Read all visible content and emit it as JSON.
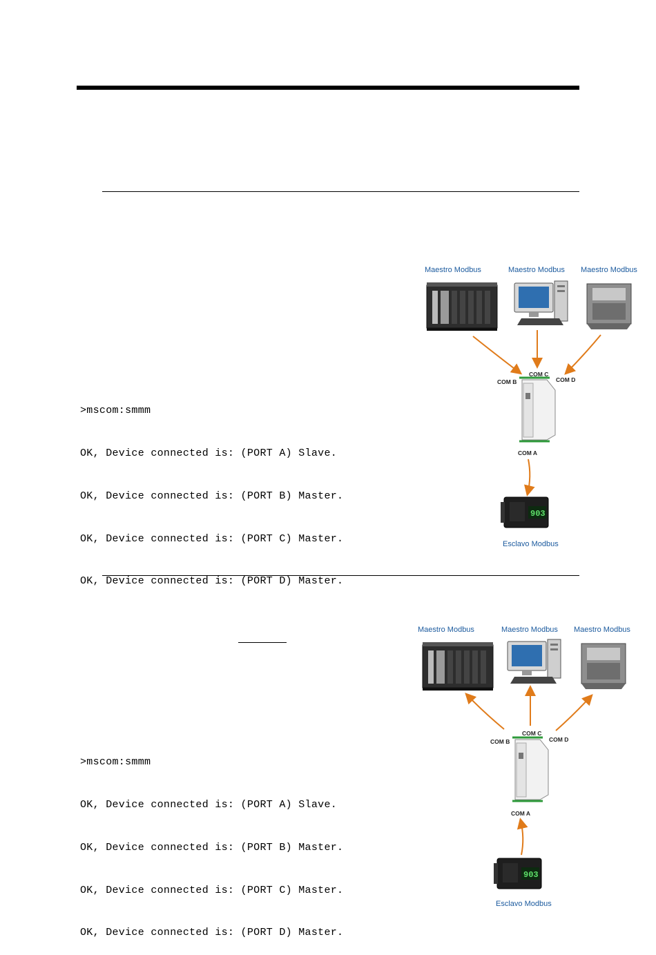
{
  "section1": {
    "console": [
      ">mscom:smmm",
      "OK, Device connected is: (PORT A) Slave.",
      "OK, Device connected is: (PORT B) Master.",
      "OK, Device connected is: (PORT C) Master.",
      "OK, Device connected is: (PORT D) Master."
    ],
    "diagram": {
      "master_labels": [
        "Maestro Modbus",
        "Maestro Modbus",
        "Maestro Modbus"
      ],
      "ports": {
        "b": "COM B",
        "c": "COM C",
        "d": "COM D",
        "a": "COM A"
      },
      "slave_label": "Esclavo Modbus",
      "meter_value": "903",
      "arrow_color": "#e07b1a"
    }
  },
  "section2": {
    "console": [
      ">mscom:smmm",
      "OK, Device connected is: (PORT A) Slave.",
      "OK, Device connected is: (PORT B) Master.",
      "OK, Device connected is: (PORT C) Master.",
      "OK, Device connected is: (PORT D) Master."
    ],
    "diagram": {
      "master_labels": [
        "Maestro Modbus",
        "Maestro Modbus",
        "Maestro Modbus"
      ],
      "ports": {
        "b": "COM B",
        "c": "COM C",
        "d": "COM D",
        "a": "COM A"
      },
      "slave_label": "Esclavo Modbus",
      "meter_value": "903",
      "arrow_color": "#e07b1a"
    }
  }
}
